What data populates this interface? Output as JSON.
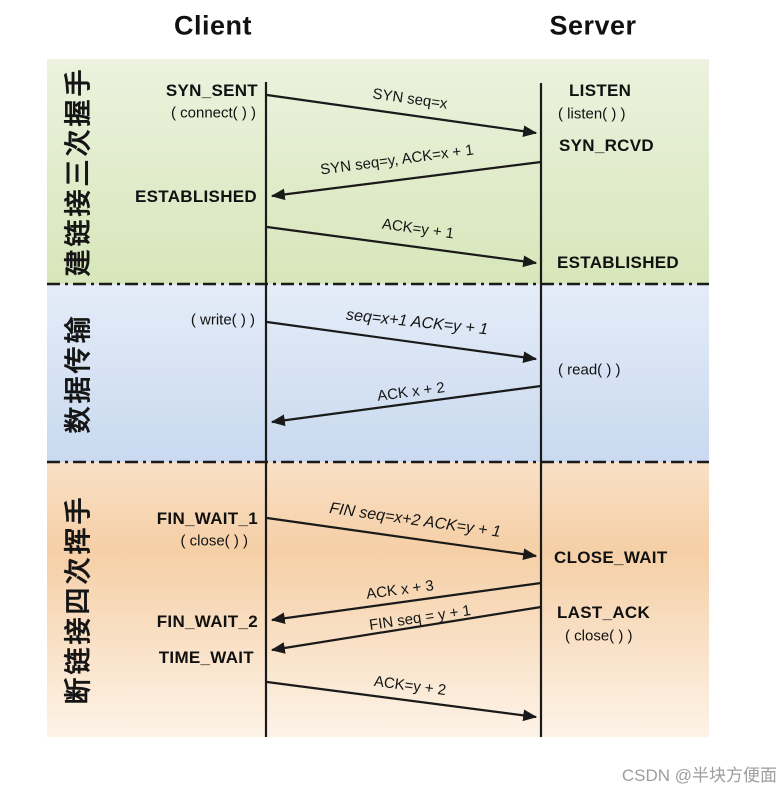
{
  "header": {
    "client": "Client",
    "server": "Server"
  },
  "sections": [
    {
      "id": "three-way-handshake",
      "label": "建链接三次握手",
      "theme": "green"
    },
    {
      "id": "data-transfer",
      "label": "数据传输",
      "theme": "blue"
    },
    {
      "id": "four-way-teardown",
      "label": "断链接四次挥手",
      "theme": "orange"
    }
  ],
  "client_states": {
    "syn_sent": "SYN_SENT",
    "connect_call": "( connect( ) )",
    "established": "ESTABLISHED",
    "write_call": "( write( ) )",
    "fin_wait_1": "FIN_WAIT_1",
    "close_call": "( close( ) )",
    "fin_wait_2": "FIN_WAIT_2",
    "time_wait": "TIME_WAIT"
  },
  "server_states": {
    "listen": "LISTEN",
    "listen_call": "( listen( ) )",
    "syn_rcvd": "SYN_RCVD",
    "established": "ESTABLISHED",
    "read_call": "( read( ) )",
    "close_wait": "CLOSE_WAIT",
    "last_ack": "LAST_ACK",
    "close_call": "( close( ) )"
  },
  "messages": [
    {
      "text": "SYN seq=x",
      "from": "client",
      "to": "server"
    },
    {
      "text": "SYN seq=y, ACK=x + 1",
      "from": "server",
      "to": "client"
    },
    {
      "text": "ACK=y + 1",
      "from": "client",
      "to": "server"
    },
    {
      "text": "seq=x+1 ACK=y + 1",
      "from": "client",
      "to": "server"
    },
    {
      "text": "ACK x + 2",
      "from": "server",
      "to": "client"
    },
    {
      "text": "FIN seq=x+2 ACK=y + 1",
      "from": "client",
      "to": "server"
    },
    {
      "text": "ACK x + 3",
      "from": "server",
      "to": "client"
    },
    {
      "text": "FIN seq = y + 1",
      "from": "server",
      "to": "client"
    },
    {
      "text": "ACK=y + 2",
      "from": "client",
      "to": "server"
    }
  ],
  "watermark": "CSDN @半块方便面",
  "colors": {
    "green_top": "#ecf2de",
    "green_bottom": "#d7e6ba",
    "blue_top": "#e4ecf8",
    "blue_bottom": "#c9d9ef",
    "orange_top": "#f9e0c6",
    "orange_mid": "#f5cfa6",
    "orange_bottom": "#fdf3e7",
    "line": "#1a1a1a",
    "watermark": "#9e9e9e"
  }
}
